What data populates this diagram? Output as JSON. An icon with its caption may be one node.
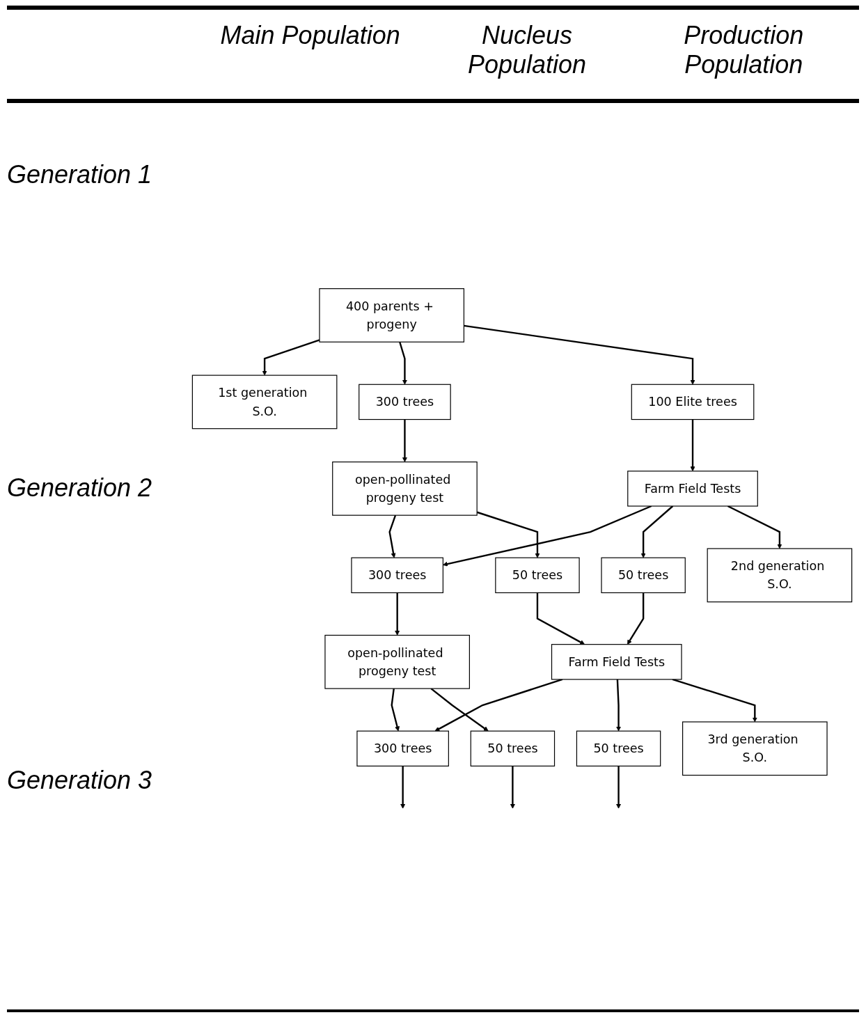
{
  "diagram": {
    "nodes": [
      {
        "text": [
          "400 parents + progeny"
        ]
      },
      {
        "text": [
          "1st generation S.O."
        ]
      },
      {
        "text": [
          "300 trees"
        ]
      },
      {
        "text": [
          "100 Elite trees"
        ]
      },
      {
        "text": [
          "open-pollinated progeny test"
        ]
      },
      {
        "text": [
          "Farm Field Tests"
        ]
      },
      {
        "text": [
          "2nd generation S.O."
        ]
      },
      {
        "text": [
          "300 trees"
        ]
      },
      {
        "text": [
          "50 trees"
        ]
      },
      {
        "text": [
          "50 trees"
        ]
      },
      {
        "text": [
          "open-pollinated progeny test"
        ]
      },
      {
        "text": [
          "Farm Field Tests"
        ]
      },
      {
        "text": [
          "3rd generation S.O."
        ]
      },
      {
        "text": [
          "300 trees"
        ]
      },
      {
        "text": [
          "50 trees"
        ]
      },
      {
        "text": [
          "50 trees"
        ]
      }
    ],
    "edges": [
      {
        "from": 0,
        "to": 1,
        "arrow": "to"
      },
      {
        "from": 0,
        "to": 2,
        "arrow": "to"
      },
      {
        "from": 0,
        "to": 3,
        "arrow": "to"
      },
      {
        "from": 2,
        "to": 4,
        "arrow": "to"
      },
      {
        "from": 3,
        "to": 5,
        "arrow": "to"
      },
      {
        "from": 4,
        "to": 7,
        "arrow": "to"
      },
      {
        "from": 4,
        "to": 8,
        "arrow": "to"
      },
      {
        "from": 5,
        "to": 7,
        "arrow": "to"
      },
      {
        "from": 5,
        "to": 9,
        "arrow": "to"
      },
      {
        "from": 5,
        "to": 6,
        "arrow": "to"
      },
      {
        "from": 7,
        "to": 10,
        "arrow": "to"
      },
      {
        "from": 8,
        "to": 11,
        "arrow": "to"
      },
      {
        "from": 9,
        "to": 11,
        "arrow": "to"
      },
      {
        "from": 10,
        "to": 13,
        "arrow": "to"
      },
      {
        "from": 10,
        "to": 14,
        "arrow": "to"
      },
      {
        "from": 11,
        "to": 13,
        "arrow": "to"
      },
      {
        "from": 11,
        "to": 15,
        "arrow": "to"
      },
      {
        "from": 11,
        "to": 12,
        "arrow": "to"
      },
      {
        "from": 13,
        "to": null,
        "arrow": "to"
      },
      {
        "from": 14,
        "to": null,
        "arrow": "to"
      },
      {
        "from": 15,
        "to": null,
        "arrow": "to"
      }
    ],
    "labels": [
      "Main Population",
      "Nucleus Population",
      "Production Population",
      "Generation 1",
      "Generation 2",
      "Generation 3"
    ]
  }
}
